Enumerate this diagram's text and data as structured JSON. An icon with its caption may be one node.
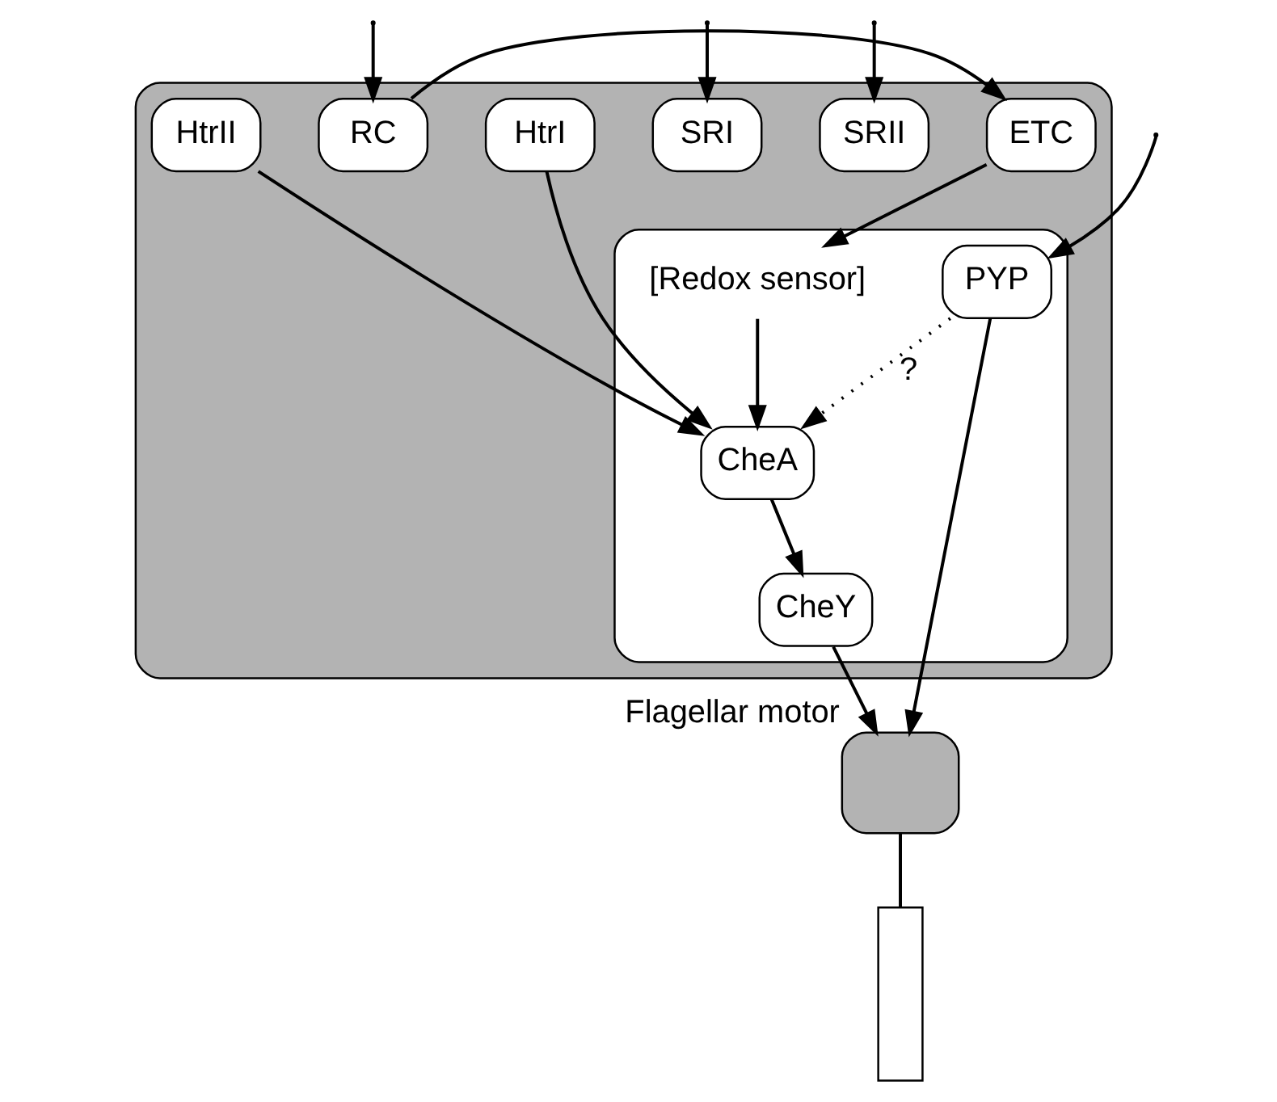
{
  "diagram": {
    "nodes": [
      {
        "text": [],
        "shape": "box"
      },
      {
        "text": [],
        "shape": "box",
        "in": 0
      },
      {
        "text": [
          "RC"
        ],
        "in": 0
      },
      {
        "text": [
          "ETC"
        ],
        "in": 0
      },
      {
        "text": [
          "SRI"
        ],
        "in": 0
      },
      {
        "text": [
          "HtrI"
        ],
        "in": 0
      },
      {
        "text": [
          "SRII"
        ],
        "in": 0
      },
      {
        "text": [
          "HtrII"
        ],
        "in": 0
      },
      {
        "text": [
          "[Redox sensor]"
        ],
        "in": 1
      },
      {
        "text": [
          "CheA"
        ],
        "in": 1
      },
      {
        "text": [
          "PYP"
        ],
        "in": 1
      },
      {
        "text": [
          "CheY"
        ],
        "in": 1
      },
      {
        "text": [],
        "shape": "box",
        "beside": [
          "Flagellar motor"
        ]
      },
      {
        "text": [],
        "shape": "bar"
      }
    ],
    "edges": [
      {
        "from": null,
        "to": 2,
        "arrow": "to"
      },
      {
        "from": 2,
        "to": 3,
        "arrow": "to"
      },
      {
        "from": null,
        "to": 4,
        "arrow": "to"
      },
      {
        "from": null,
        "to": 6,
        "arrow": "to"
      },
      {
        "from": 3,
        "to": 8,
        "arrow": "to"
      },
      {
        "from": 5,
        "to": 9,
        "arrow": "to"
      },
      {
        "from": 7,
        "to": 9,
        "arrow": "to"
      },
      {
        "from": null,
        "to": 10,
        "arrow": "to"
      },
      {
        "from": 8,
        "to": 9,
        "arrow": "to"
      },
      {
        "from": 9,
        "to": 11,
        "arrow": "to"
      },
      {
        "from": 11,
        "to": 12,
        "arrow": "to"
      },
      {
        "from": 10,
        "to": 12,
        "arrow": "to"
      },
      {
        "from": 10,
        "to": 9,
        "arrow": "to",
        "label": "?",
        "style": "dashed"
      },
      {
        "from": 12,
        "to": 13,
        "arrow": "none"
      }
    ]
  }
}
